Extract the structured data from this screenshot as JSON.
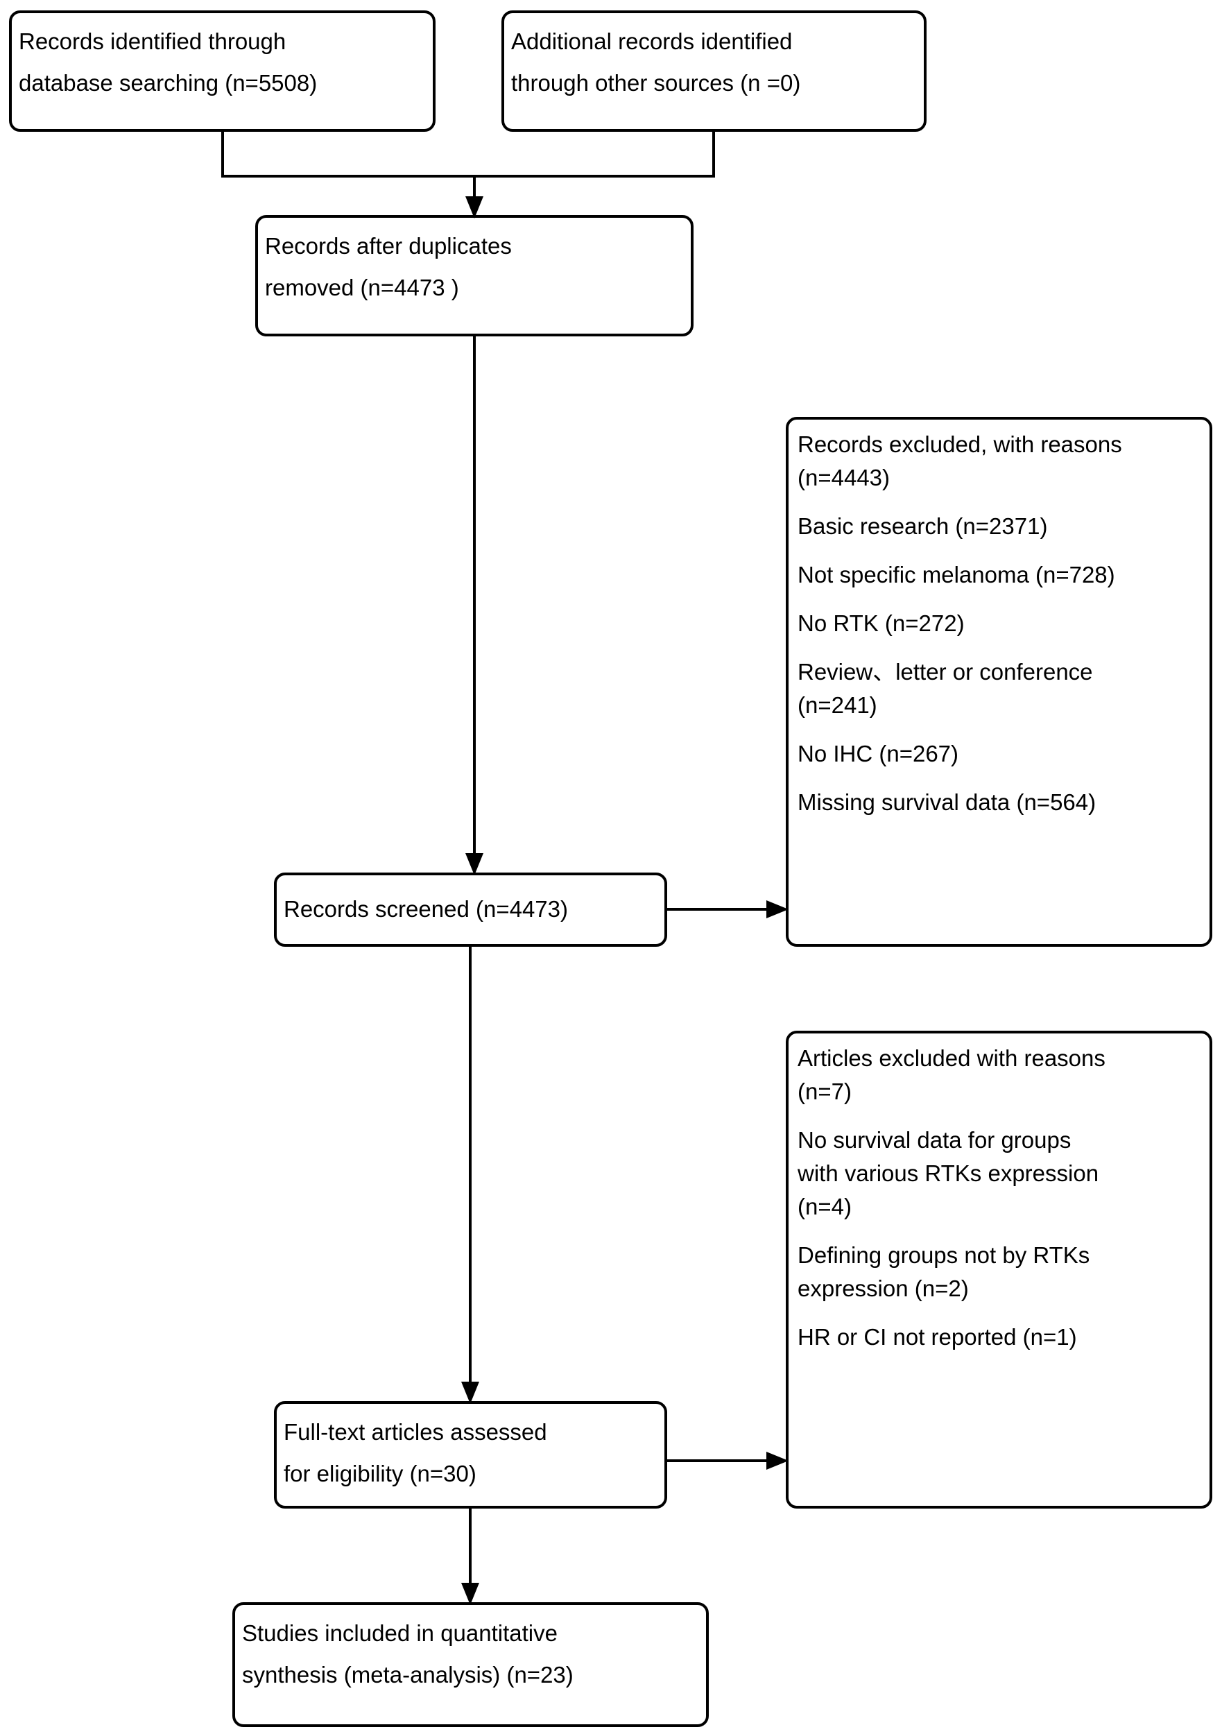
{
  "diagram": {
    "type": "prisma-flow-diagram",
    "nodes": {
      "identified_database": "Records identified through\ndatabase searching (n=5508)",
      "identified_other": "Additional records identified\nthrough other sources (n =0)",
      "duplicates_removed": "Records after duplicates\nremoved (n=4473 )",
      "records_screened": "Records screened (n=4473)",
      "fulltext_assessed": "Full-text articles assessed\nfor eligibility (n=30)",
      "studies_included": "Studies included in quantitative\nsynthesis (meta-analysis) (n=23)"
    },
    "records_excluded": {
      "title": "Records excluded, with reasons",
      "total": "(n=4443)",
      "reasons": [
        "Basic research (n=2371)",
        "Not specific melanoma (n=728)",
        "No RTK (n=272)",
        "Review、letter or conference",
        "(n=241)",
        "No IHC (n=267)",
        "Missing survival data (n=564)"
      ]
    },
    "articles_excluded": {
      "title": "Articles excluded with reasons",
      "total": "(n=7)",
      "reasons": [
        "No survival data for groups",
        "with various RTKs expression",
        "(n=4)",
        "Defining groups not by RTKs",
        "expression (n=2)",
        "HR or CI not reported (n=1)"
      ]
    },
    "colors": {
      "stroke": "#000000",
      "fill": "#ffffff",
      "text": "#000000"
    }
  }
}
